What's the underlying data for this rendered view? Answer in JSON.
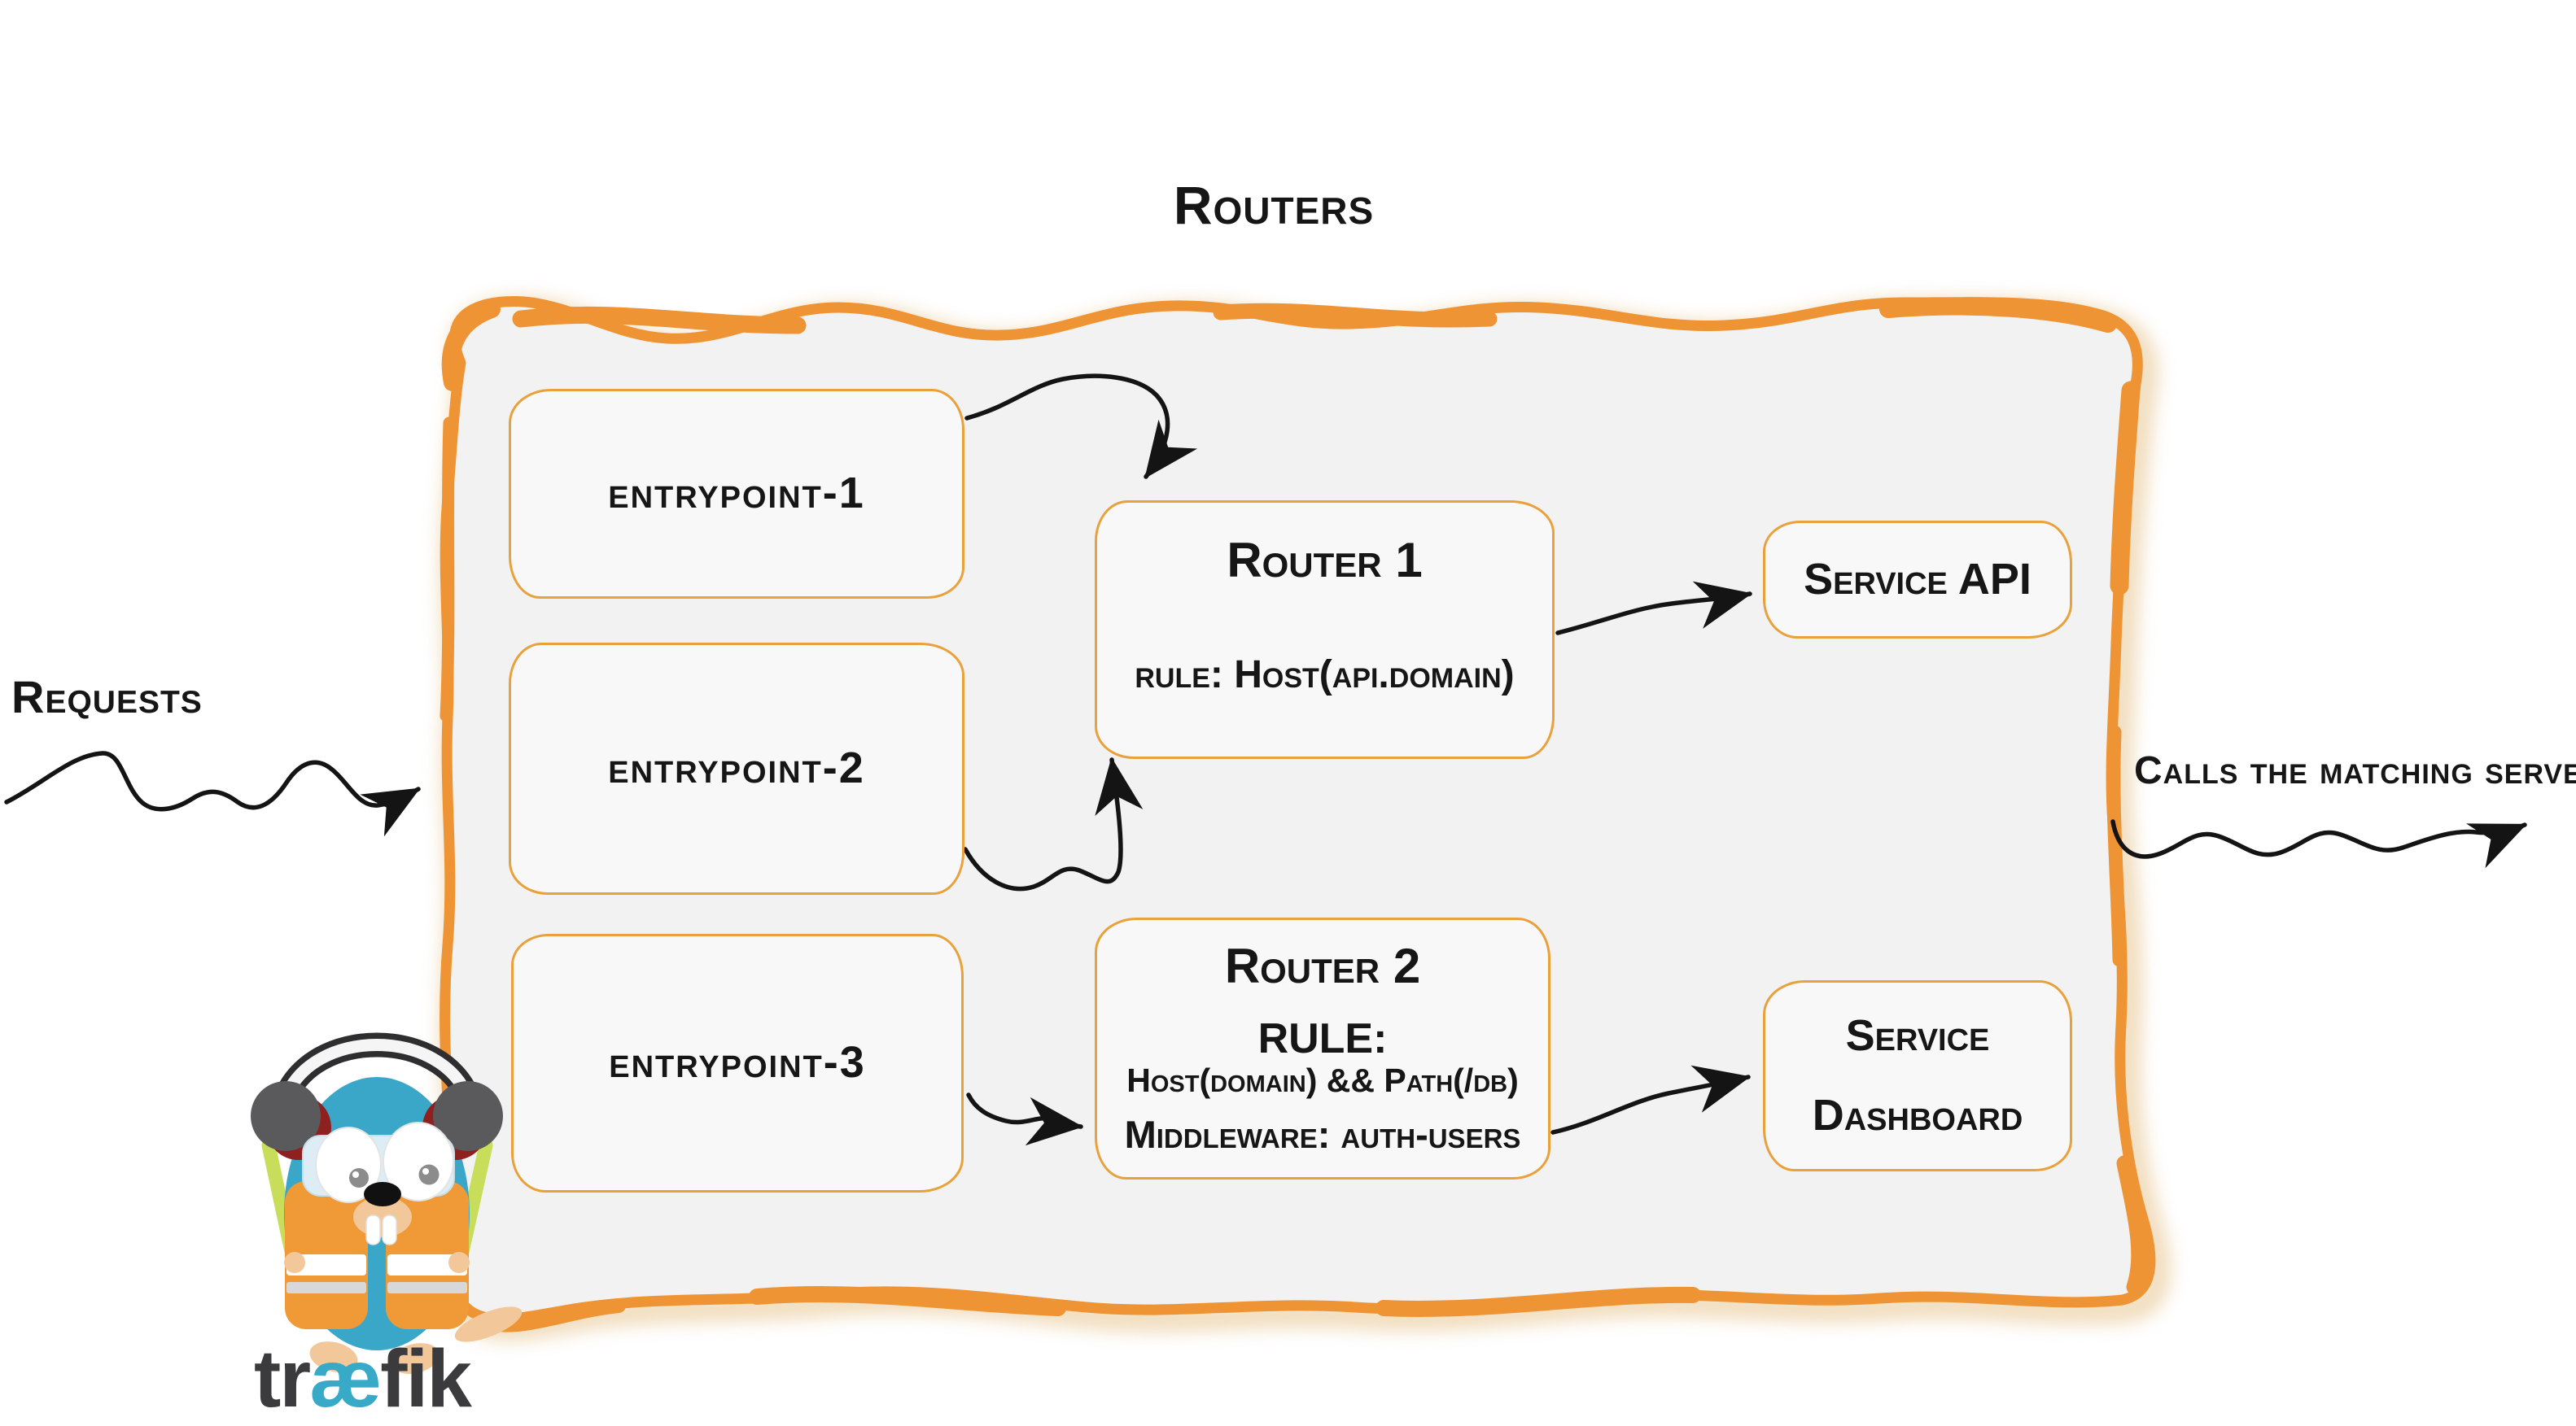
{
  "diagram": {
    "title": "Routers",
    "inbound_label": "Requests",
    "outbound_label": "Calls the matching server",
    "entrypoints": [
      {
        "label": "entrypoint-1"
      },
      {
        "label": "entrypoint-2"
      },
      {
        "label": "entrypoint-3"
      }
    ],
    "routers": [
      {
        "title": "Router 1",
        "rule": "rule: Host(api.domain)"
      },
      {
        "title": "Router 2",
        "rule_label": "RULE:",
        "rule": "Host(domain) && Path(/db)",
        "middleware": "Middleware: auth-users"
      }
    ],
    "services": [
      {
        "label": "Service API"
      },
      {
        "line1": "Service",
        "line2": "Dashboard"
      }
    ],
    "logo": {
      "part1": "tr",
      "part2": "æ",
      "part3": "fik"
    },
    "colors": {
      "container_border": "#ee9434",
      "container_fill": "#f2f2f2",
      "box_border": "#e9a13c",
      "arrow": "#141414",
      "text": "#161616",
      "shadow_glow": "#e5be82",
      "logo_teal": "#38a9c7",
      "logo_dark": "#3b3b3d",
      "gopher_body": "#3aa7c8",
      "gopher_vest": "#f09a37",
      "baton_green": "#c8de5a"
    }
  }
}
